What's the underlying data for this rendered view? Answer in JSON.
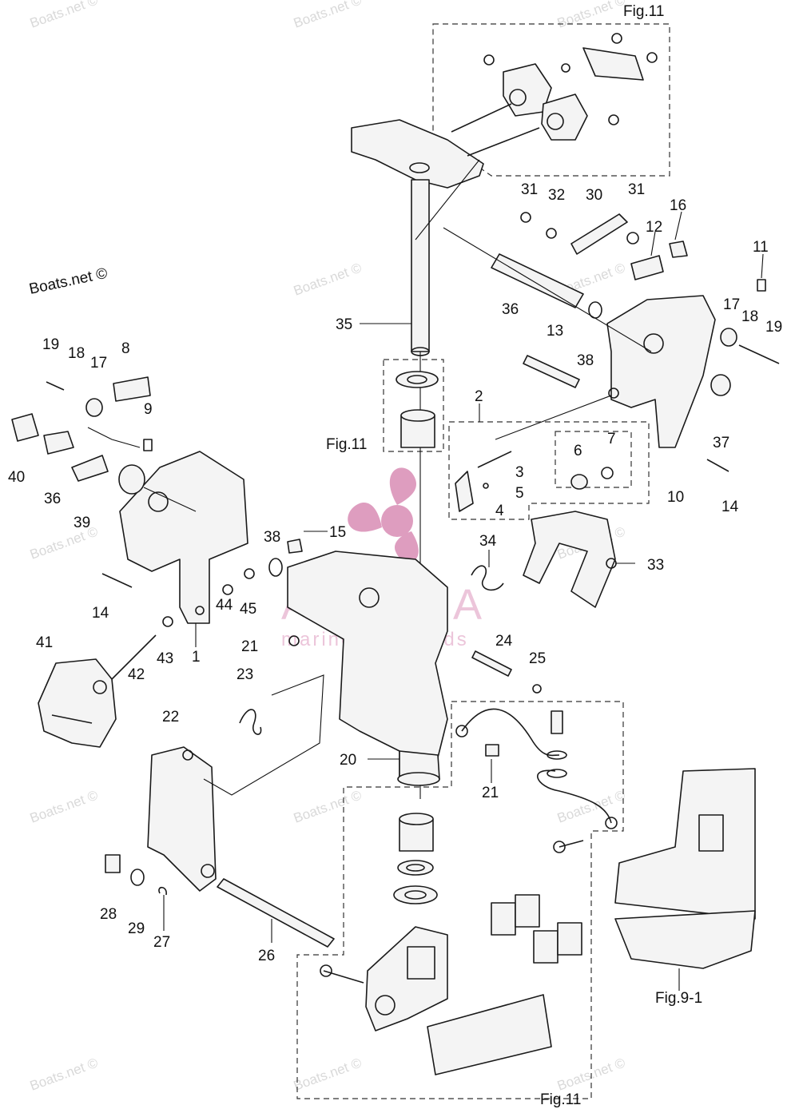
{
  "figure_refs": {
    "top": "Fig.11",
    "left": "Fig.11",
    "bottom": "Fig.11",
    "right": "Fig.9-1"
  },
  "watermark": {
    "boats_net": "Boats.net ©",
    "brand": "ARMADA",
    "brand_sub": "marine outboards",
    "brand_color": "#d98cb5"
  },
  "callouts": [
    "1",
    "2",
    "3",
    "4",
    "5",
    "6",
    "7",
    "8",
    "9",
    "10",
    "11",
    "12",
    "13",
    "14",
    "14",
    "15",
    "16",
    "17",
    "17",
    "18",
    "18",
    "19",
    "19",
    "20",
    "21",
    "21",
    "22",
    "23",
    "24",
    "25",
    "26",
    "27",
    "28",
    "29",
    "30",
    "31",
    "31",
    "32",
    "33",
    "34",
    "35",
    "36",
    "36",
    "37",
    "38",
    "38",
    "39",
    "40",
    "41",
    "42",
    "43",
    "44",
    "45"
  ]
}
